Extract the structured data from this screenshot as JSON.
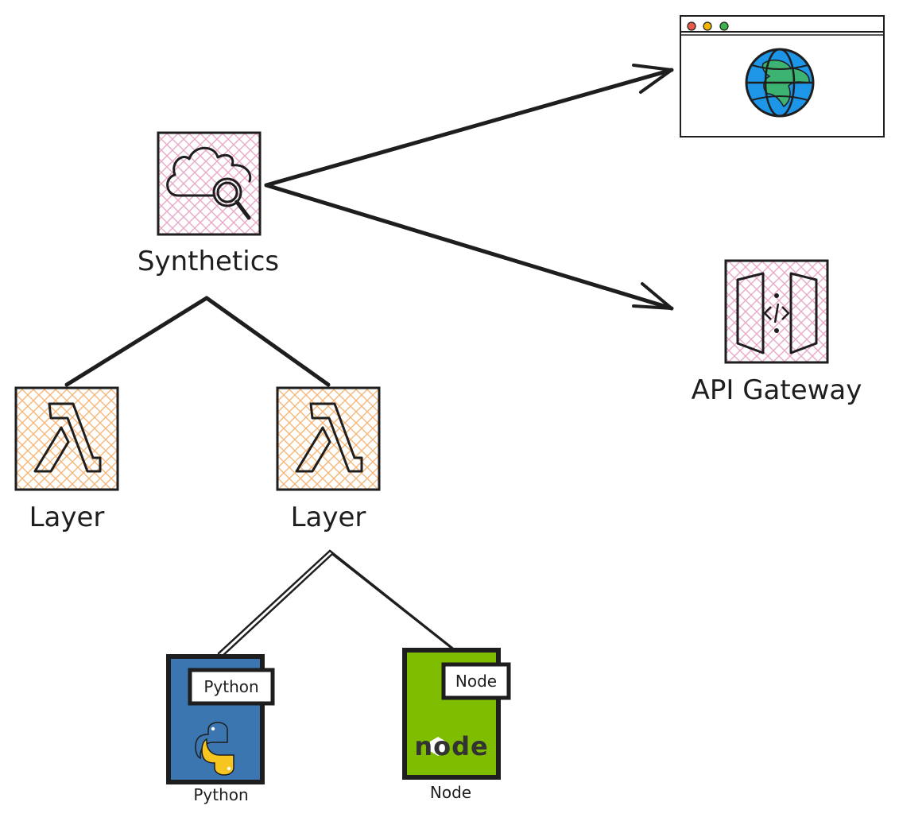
{
  "labels": {
    "synthetics": "Synthetics",
    "api_gateway": "API Gateway",
    "layer_left": "Layer",
    "layer_right": "Layer",
    "python_tag": "Python",
    "python_caption": "Python",
    "node_tag": "Node",
    "node_caption": "Node",
    "node_logo": "node"
  },
  "colors": {
    "stroke": "#1e1e1e",
    "pink_hatch": "#e8a8c8",
    "orange_hatch": "#f5b679",
    "python_blue": "#3b76b0",
    "node_green": "#7fbd00",
    "globe_blue": "#1e96e8",
    "globe_land": "#3cb371",
    "dot_red": "#e85b4a",
    "dot_yellow": "#f5b400",
    "dot_green": "#3cb44b",
    "python_yellow": "#f7c520"
  },
  "icons": {
    "synthetics": "cloud-search-icon",
    "layer": "lambda-icon",
    "api_gateway": "api-gateway-icon",
    "browser": "browser-globe-icon",
    "python": "python-logo-icon",
    "node": "node-logo-icon"
  }
}
